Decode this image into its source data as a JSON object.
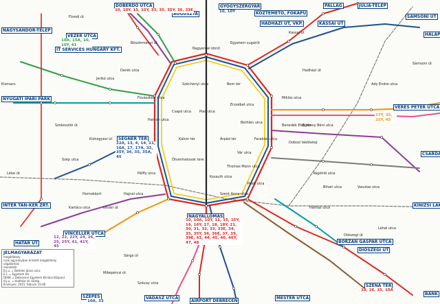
{
  "hubs": [
    {
      "name": "hub-doberdo-utca",
      "text": "DOBERDÓ UTCA",
      "cls": ""
    },
    {
      "name": "hub-gyogyszergyar",
      "text": "GYÓGYSZERGYÁR",
      "cls": ""
    },
    {
      "name": "hub-koztemeto-fokapu",
      "text": "KÖZTEMETŐ, FŐKAPU",
      "cls": ""
    },
    {
      "name": "hub-pallag",
      "text": "PALLAG",
      "cls": ""
    },
    {
      "name": "hub-julia-telep",
      "text": "JÚLIA-TELEP",
      "cls": ""
    },
    {
      "name": "hub-samsoni-ut",
      "text": "SÁMSONI ÚT",
      "cls": ""
    },
    {
      "name": "hub-halap",
      "text": "HALÁP",
      "cls": ""
    },
    {
      "name": "hub-augusta",
      "text": "AUGUSZTA",
      "cls": ""
    },
    {
      "name": "hub-hadhaz-ut-vkp",
      "text": "HADHÁZI ÚT, VKP.",
      "cls": ""
    },
    {
      "name": "hub-kassai-ut",
      "text": "KASSAI ÚT",
      "cls": ""
    },
    {
      "name": "hub-nagysandor",
      "text": "NAGYSÁNDOR-TELEP",
      "cls": ""
    },
    {
      "name": "hub-vezer-utca",
      "text": "VEZÉR UTCA",
      "cls": ""
    },
    {
      "name": "hub-it-services",
      "text": "IT SERVICES HUNGARY KFT.",
      "cls": ""
    },
    {
      "name": "hub-nyugati-ipari-park",
      "text": "NYUGATI IPARI PARK",
      "cls": ""
    },
    {
      "name": "hub-segner-ter",
      "text": "SEGNER TÉR",
      "cls": ""
    },
    {
      "name": "hub-veres-peter-utca",
      "text": "VERES PÉTER UTCA",
      "cls": ""
    },
    {
      "name": "hub-inter-tan-ker",
      "text": "INTER TAN-KER ZRT.",
      "cls": ""
    },
    {
      "name": "hub-hatar-ut",
      "text": "HATÁR ÚT",
      "cls": ""
    },
    {
      "name": "hub-vincellér-utca",
      "text": "VINCELLÉR UTCA",
      "cls": ""
    },
    {
      "name": "hub-nagyallomas",
      "text": "NAGYÁLLOMÁS",
      "cls": ""
    },
    {
      "name": "hub-borzan-gaspar",
      "text": "BORZÁN GÁSPÁR UTCA",
      "cls": ""
    },
    {
      "name": "hub-diosszegi-ut",
      "text": "DIÓSZEGI ÚT",
      "cls": ""
    },
    {
      "name": "hub-kinizsi-laktanya",
      "text": "KINIZSI LAKTANYA",
      "cls": ""
    },
    {
      "name": "hub-szepes",
      "text": "SZEPES",
      "cls": ""
    },
    {
      "name": "hub-vadasz-utca",
      "text": "VADÁSZ UTCA",
      "cls": ""
    },
    {
      "name": "hub-airport",
      "text": "AIRPORT DEBRECEN",
      "cls": ""
    },
    {
      "name": "hub-szena-ter",
      "text": "SZÉNA TÉR",
      "cls": ""
    },
    {
      "name": "hub-bank",
      "text": "BÁNK",
      "cls": ""
    },
    {
      "name": "hub-mester-utca",
      "text": "MESTER UTCA",
      "cls": ""
    },
    {
      "name": "hub-csarda",
      "text": "CSÁRDA",
      "cls": ""
    }
  ],
  "route_labels": {
    "doberdo": "10, 10Y, 15, 15Y, 33, 35, 35Y, 36, 33E",
    "gyogyszergyar": "10, 10Y",
    "segner": "22A, 13, 4, 14, 11, 16A, 17, 17A, 33, 35Y, 34, 35, 35A, 45",
    "nagyallomas": "10, 10A, 10Y, 11, 15, 15Y, 16, 16Y, 17, 18, 18Y, 21, 30, 31, 32, 33, 33E, 34, 35, 35Y, 36, 36E, 37, 39, 39E, 43, 44, 45, 46, 46Y, 47, 48",
    "vincell": "12, 22, 22Y, 24, 26, 25, 25Y, 41, 41Y, 45",
    "veres_peter": "27Y, 35, 25Y, 45",
    "vezer": "10A, 15A, 10, 10Y, 41",
    "szepes": "10A, 33",
    "szena_ter": "18, 16, 15, 10A"
  },
  "streets": [
    "Füredi út",
    "Kassai út",
    "Egyetem sugárút",
    "Nagyerdei körút",
    "Böszörményi út",
    "Piac utca",
    "Hatvan utca",
    "Széchenyi utca",
    "Miklós utca",
    "Egressy Béni utca",
    "Vágóhíd utca",
    "Diószegi út",
    "Mikepércsi út",
    "Létai út",
    "Szoboszlói út",
    "Sámsoni út",
    "Hadházi út",
    "Bem tér",
    "Csapó utca",
    "Árpád tér",
    "Kálvin tér",
    "Füvészkert utca",
    "Erzsébet utca",
    "Bethlen utca",
    "Thomas Mann utca",
    "Kossuth utca",
    "Szent Anna utca",
    "Vár utca",
    "Pesti utca",
    "Faraktár utca",
    "Dobozi lakótelep",
    "Benedek Elek tér",
    "Pálffy utca",
    "Hajnal utca",
    "Ady Endre utca",
    "Homokkert",
    "Kartács utca",
    "István út",
    "Hatház utca",
    "Szávay utca",
    "Sárga út",
    "Lehel utca",
    "Bihari utca",
    "Vasutas utca",
    "Ötvenhatosok tere",
    "Kismacs",
    "Szép utca",
    "Kishegyesi út",
    "Derék utca",
    "Jerikó utca"
  ],
  "legend": {
    "title": "JELMAGYARÁZAT",
    "rows": [
      "megállóhely",
      "csak egyirányban érintett megállóhely",
      "végállomás",
      "menetidő",
      "B.J.u. = Bethlen János utca",
      "E.t. = Egyetem tér",
      "DEKK = Debreceni Egyetem Klinikai Központ",
      "H.J.u. = Hadházi út, közép.",
      "Érvényes: 2015. február 15-től"
    ]
  },
  "colors": {
    "route_red": "#e2231a",
    "route_blue": "#1d4f91",
    "route_green": "#2e9e44",
    "route_orange": "#f39200",
    "route_purple": "#8e3a96",
    "route_yellow": "#f6c700",
    "route_pink": "#e94f8a",
    "route_teal": "#009ca6",
    "route_brown": "#8a5a2b",
    "route_grey": "#7a7a7a",
    "tram_black": "#222222",
    "hub_text": "#003a7a"
  }
}
